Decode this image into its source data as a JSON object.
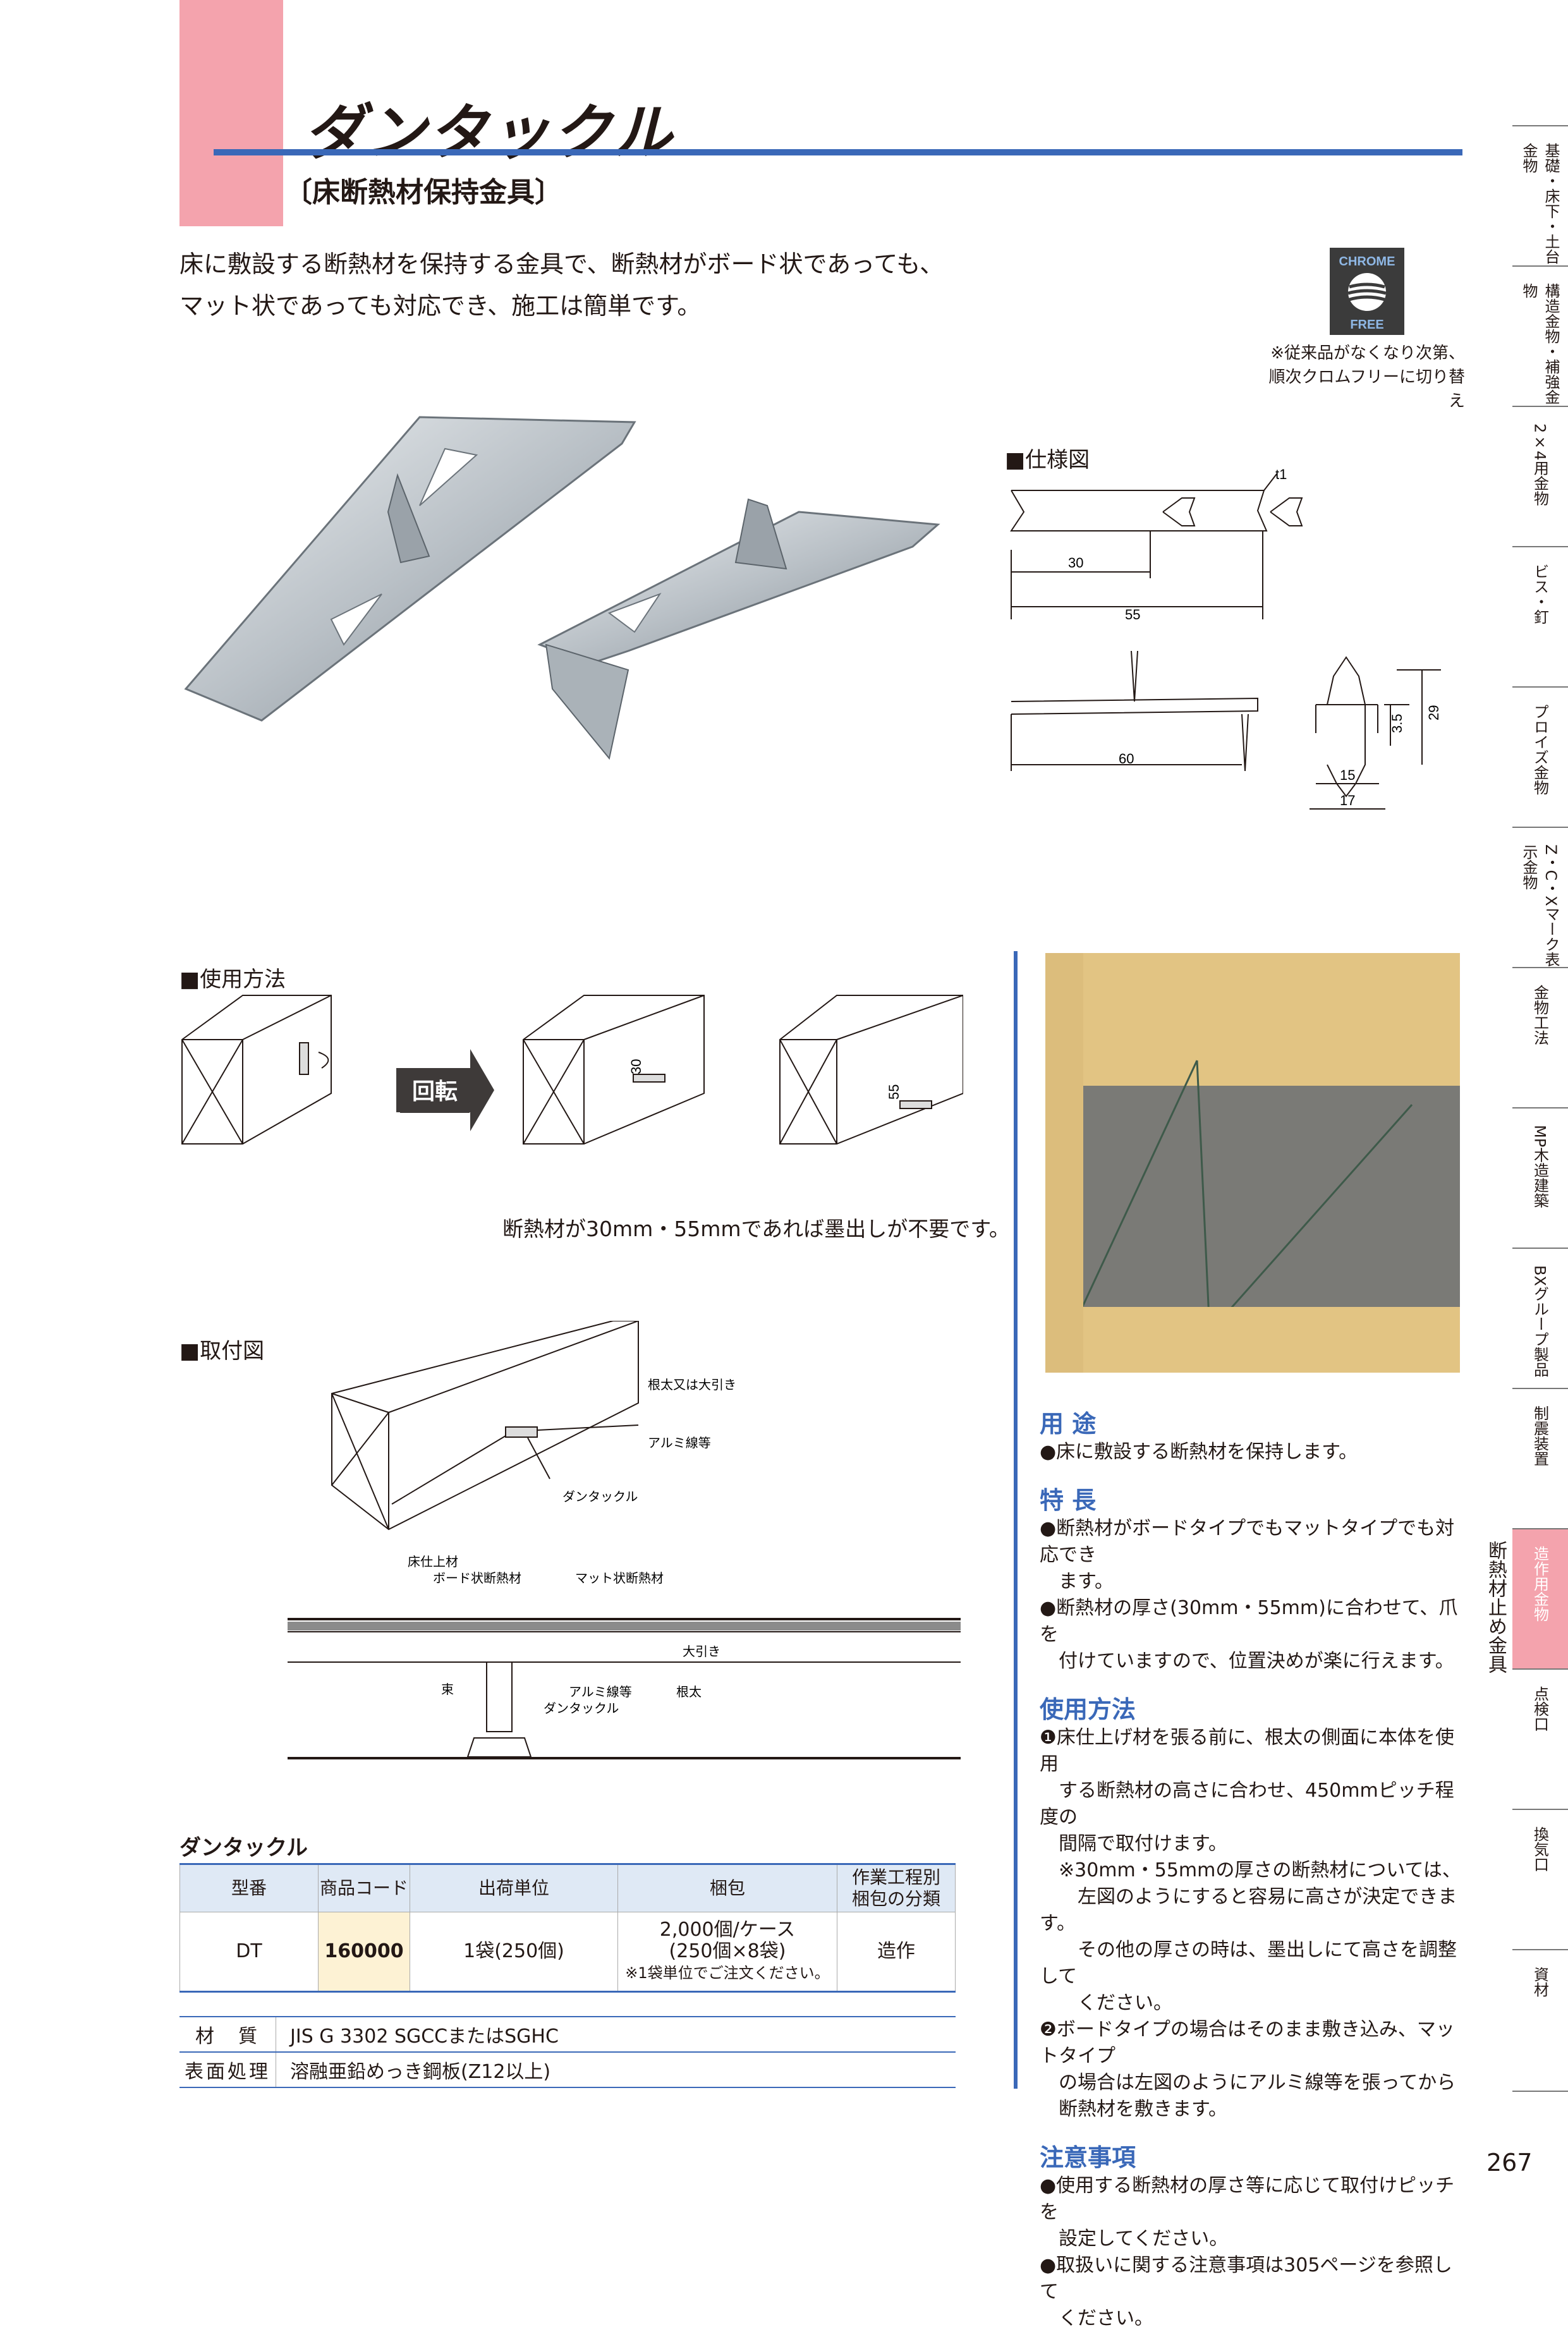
{
  "header": {
    "title": "ダンタックル",
    "subtitle": "〔床断熱材保持金具〕"
  },
  "intro": [
    "床に敷設する断熱材を保持する金具で、断熱材がボード状であっても、",
    "マット状であっても対応でき、施工は簡単です。"
  ],
  "chrome_badge": {
    "top": "CHROME",
    "bottom": "FREE",
    "note": [
      "※従来品がなくなり次第、",
      "順次クロムフリーに切り替え"
    ]
  },
  "spec": {
    "heading": "■仕様図",
    "dims": {
      "t": "t1",
      "d30": "30",
      "d55": "55",
      "d60": "60",
      "d35": "3.5",
      "d29": "29",
      "d15": "15",
      "d17": "17"
    }
  },
  "usage": {
    "heading": "■使用方法",
    "rotate": "回転",
    "dim30": "30",
    "dim55": "55",
    "note": "断熱材が30mm・55mmであれば墨出しが不要です。"
  },
  "mount": {
    "heading": "■取付図",
    "labels": {
      "joist": "根太又は大引き",
      "wire": "アルミ線等",
      "product": "ダンタックル",
      "floor": "床仕上材",
      "board": "ボード状断熱材",
      "mat": "マット状断熱材",
      "beam": "大引き",
      "post": "束",
      "wire2": "アルミ線等",
      "joist2": "根太",
      "product2": "ダンタックル"
    }
  },
  "product_table": {
    "title": "ダンタックル",
    "headers": [
      "型番",
      "商品コード",
      "出荷単位",
      "梱包",
      "作業工程別\n梱包の分類"
    ],
    "row": {
      "model": "DT",
      "code": "160000",
      "unit": "1袋(250個)",
      "pack1": "2,000個/ケース",
      "pack2": "(250個×8袋)",
      "pack3": "※1袋単位でご注文ください。",
      "class": "造作"
    }
  },
  "material": {
    "rows": [
      {
        "label": "材　質",
        "value": "JIS G 3302 SGCCまたはSGHC"
      },
      {
        "label": "表面処理",
        "value": "溶融亜鉛めっき鋼板(Z12以上)"
      }
    ]
  },
  "right": {
    "use_h": "用 途",
    "use": [
      "●床に敷設する断熱材を保持します。"
    ],
    "feat_h": "特 長",
    "feat": [
      "●断熱材がボードタイプでもマットタイプでも対応でき",
      "　ます。",
      "●断熱材の厚さ(30mm・55mm)に合わせて、爪を",
      "　付けていますので、位置決めが楽に行えます。"
    ],
    "how_h": "使用方法",
    "how": [
      "❶床仕上げ材を張る前に、根太の側面に本体を使用",
      "　する断熱材の高さに合わせ、450mmピッチ程度の",
      "　間隔で取付けます。",
      "　※30mm・55mmの厚さの断熱材については、",
      "　　左図のようにすると容易に高さが決定できます。",
      "　　その他の厚さの時は、墨出しにて高さを調整して",
      "　　ください。",
      "❷ボードタイプの場合はそのまま敷き込み、マットタイプ",
      "　の場合は左図のようにアルミ線等を張ってから",
      "　断熱材を敷きます。"
    ],
    "caution_h": "注意事項",
    "caution": [
      "●使用する断熱材の厚さ等に応じて取付けピッチを",
      "　設定してください。",
      "●取扱いに関する注意事項は305ページを参照して",
      "　ください。"
    ]
  },
  "sidebar": {
    "tabs": [
      "基礎・床下・土台金物",
      "構造金物・補強金物",
      "2×4用金物",
      "ビス・釘",
      "プロイズ金物",
      "Z・C・Xマーク表示金物",
      "金物工法",
      "MP木造建築",
      "BXグループ製品",
      "制震装置",
      "造作用金物",
      "点検口",
      "換気口",
      "資材"
    ],
    "active": "造作用金物",
    "side_label": "断熱材止め金具"
  },
  "page_number": "267"
}
